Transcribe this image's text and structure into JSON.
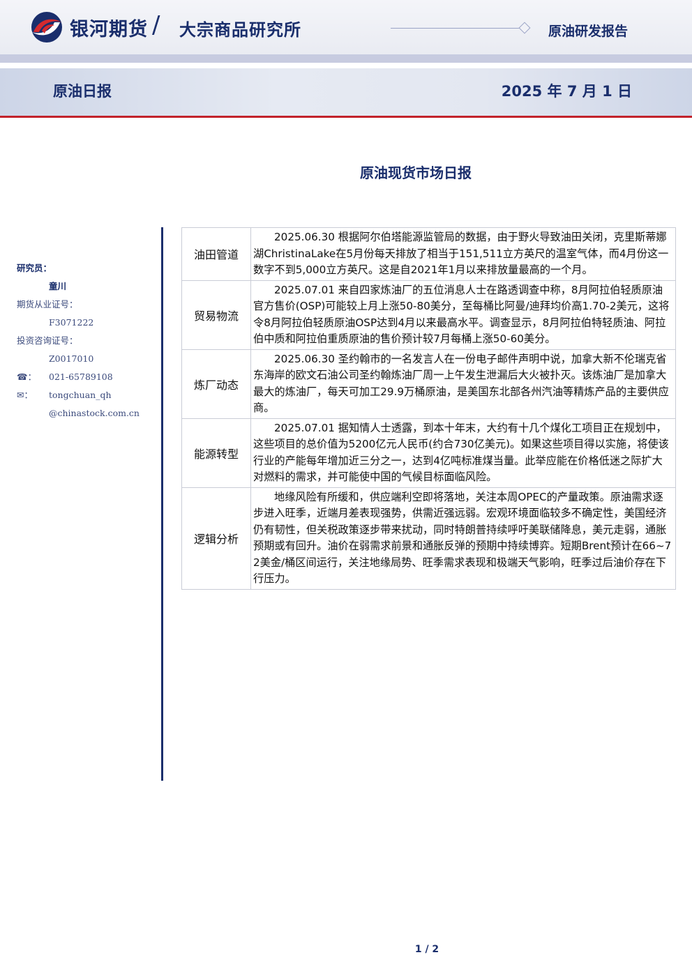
{
  "header": {
    "brand": "银河期货",
    "slash": "/",
    "institute": "大宗商品研究所",
    "report_type": "原油研发报告"
  },
  "banner": {
    "title": "原油日报",
    "date": "2025 年 7 月 1 日"
  },
  "document": {
    "title": "原油现货市场日报"
  },
  "sidebar": {
    "researcher_label": "研究员：",
    "researcher_name": "童川",
    "futures_cert_label": "期货从业证号：",
    "futures_cert": "F3071222",
    "consult_cert_label": "投资咨询证号：",
    "consult_cert": "Z0017010",
    "phone_icon": "☎：",
    "phone": "021-65789108",
    "email_icon": "✉：",
    "email_line1": "tongchuan_qh",
    "email_line2": "@chinastock.com.cn"
  },
  "table": {
    "rows": [
      {
        "category": "油田管道",
        "text": "2025.06.30 根据阿尔伯塔能源监管局的数据，由于野火导致油田关闭，克里斯蒂娜湖ChristinaLake在5月份每天排放了相当于151,511立方英尺的温室气体，而4月份这一数字不到5,000立方英尺。这是自2021年1月以来排放量最高的一个月。"
      },
      {
        "category": "贸易物流",
        "text": "2025.07.01 来自四家炼油厂的五位消息人士在路透调查中称，8月阿拉伯轻质原油官方售价(OSP)可能较上月上涨50-80美分，至每桶比阿曼/迪拜均价高1.70-2美元，这将令8月阿拉伯轻质原油OSP达到4月以来最高水平。调查显示，8月阿拉伯特轻质油、阿拉伯中质和阿拉伯重质原油的售价预计较7月每桶上涨50-60美分。"
      },
      {
        "category": "炼厂动态",
        "text": "2025.06.30 圣约翰市的一名发言人在一份电子邮件声明中说，加拿大新不伦瑞克省东海岸的欧文石油公司圣约翰炼油厂周一上午发生泄漏后大火被扑灭。该炼油厂是加拿大最大的炼油厂，每天可加工29.9万桶原油，是美国东北部各州汽油等精炼产品的主要供应商。"
      },
      {
        "category": "能源转型",
        "text": "2025.07.01 据知情人士透露，到本十年末，大约有十几个煤化工项目正在规划中，这些项目的总价值为5200亿元人民币(约合730亿美元)。如果这些项目得以实施，将使该行业的产能每年增加近三分之一，达到4亿吨标准煤当量。此举应能在价格低迷之际扩大对燃料的需求，并可能使中国的气候目标面临风险。"
      },
      {
        "category": "逻辑分析",
        "text": "地缘风险有所缓和，供应端利空即将落地，关注本周OPEC的产量政策。原油需求逐步进入旺季，近端月差表现强势，供需近强远弱。宏观环境面临较多不确定性，美国经济仍有韧性，但关税政策逐步带来扰动，同时特朗普持续呼吁美联储降息，美元走弱，通胀预期或有回升。油价在弱需求前景和通胀反弹的预期中持续博弈。短期Brent预计在66~72美金/桶区间运行，关注地缘局势、旺季需求表现和极端天气影响，旺季过后油价存在下行压力。"
      }
    ]
  },
  "footer": {
    "page": "1 / 2"
  },
  "colors": {
    "brand_navy": "#1a2e6c",
    "accent_red": "#c2222b",
    "logo_blue": "#1a2e6c",
    "logo_red": "#d42a2f"
  },
  "icons": {
    "logo": "yinhe-swirl-logo",
    "phone": "phone-icon",
    "email": "email-icon",
    "header_diamond": "diamond-icon"
  }
}
